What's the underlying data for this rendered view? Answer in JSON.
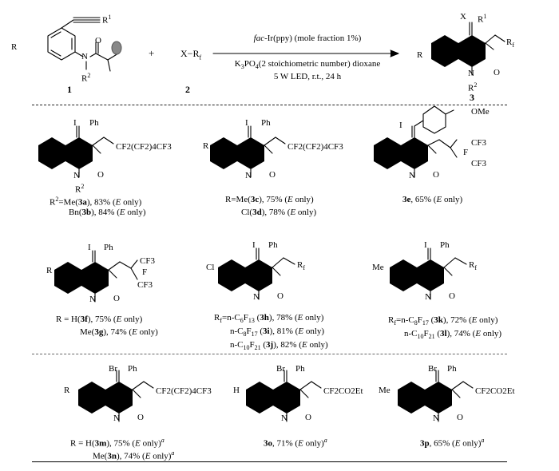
{
  "scheme": {
    "reactant1": {
      "id": "1",
      "substituent_R": "R",
      "substituent_R1": "R",
      "sup_R1": "1",
      "substituent_R2": "R",
      "sup_R2": "2",
      "atoms": {
        "N": "N",
        "O": "O"
      }
    },
    "plus": "+",
    "reactant2": {
      "id": "2",
      "formula_prefix": "X",
      "formula_dash": "−",
      "formula_R": "R",
      "formula_sub": "f"
    },
    "conditions": {
      "catalyst_italic": "fac",
      "catalyst_rest": "-Ir(ppy) (mole fraction 1%)",
      "base_main": "K",
      "base_sub1": "3",
      "base_mid": "PO",
      "base_sub2": "4",
      "base_rest": "(2 stoichiometric number) dioxane",
      "light": "5 W LED, r.t., 24 h"
    },
    "product": {
      "id": "3",
      "substituent_X": "X",
      "substituent_R1": "R",
      "sup_R1": "1",
      "substituent_Rf": "R",
      "sub_Rf": "f",
      "substituent_R": "R",
      "substituent_R2": "R",
      "sup_R2": "2",
      "atoms": {
        "N": "N",
        "O": "O"
      }
    }
  },
  "compounds": [
    {
      "key": "3a3b",
      "labels": {
        "I": "I",
        "Ph": "Ph",
        "chain": "CF2(CF2)4CF3",
        "N": "N",
        "O": "O",
        "R2": "R"
      },
      "caption": [
        {
          "pre": "R",
          "sup": "2",
          "mid": "=Me(",
          "id": "3a",
          "yield": "), 83% (",
          "e": "E",
          "tail": " only)"
        },
        {
          "pre": "Bn(",
          "id": "3b",
          "yield": "), 84% (",
          "e": "E",
          "tail": " only)"
        }
      ]
    },
    {
      "key": "3c3d",
      "labels": {
        "I": "I",
        "Ph": "Ph",
        "R": "R",
        "chain": "CF2(CF2)4CF3",
        "N": "N",
        "O": "O"
      },
      "caption": [
        {
          "pre": "R=Me(",
          "id": "3c",
          "yield": "), 75% (",
          "e": "E",
          "tail": " only)"
        },
        {
          "pre": "Cl(",
          "id": "3d",
          "yield": "), 78% (",
          "e": "E",
          "tail": " only)"
        }
      ]
    },
    {
      "key": "3e",
      "labels": {
        "I": "I",
        "OMe": "OMe",
        "CF3a": "CF3",
        "F": "F",
        "CF3b": "CF3",
        "N": "N",
        "O": "O"
      },
      "caption": [
        {
          "id": "3e",
          "yield": ", 65% (",
          "e": "E",
          "tail": " only)"
        }
      ]
    },
    {
      "key": "3f3g",
      "labels": {
        "I": "I",
        "Ph": "Ph",
        "R": "R",
        "CF3a": "CF3",
        "F": "F",
        "CF3b": "CF3",
        "N": "N",
        "O": "O"
      },
      "caption": [
        {
          "pre": "R = H(",
          "id": "3f",
          "yield": "), 75% (",
          "e": "E",
          "tail": " only)"
        },
        {
          "pre": "Me(",
          "id": "3g",
          "yield": "), 74% (",
          "e": "E",
          "tail": " only)"
        }
      ]
    },
    {
      "key": "3h3j",
      "labels": {
        "I": "I",
        "Ph": "Ph",
        "Cl": "Cl",
        "Rf": "R",
        "N": "N",
        "O": "O"
      },
      "caption": [
        {
          "pre": "R",
          "presub": "f",
          "mid": "=n-C",
          "s1": "6",
          "mid2": "F",
          "s2": "13",
          "paren": " (",
          "id": "3h",
          "yield": "), 78% (",
          "e": "E",
          "tail": " only)"
        },
        {
          "pre": "n-C",
          "s1": "8",
          "mid2": "F",
          "s2": "17",
          "paren": " (",
          "id": "3i",
          "yield": "), 81% (",
          "e": "E",
          "tail": " only)"
        },
        {
          "pre": "n-C",
          "s1": "10",
          "mid2": "F",
          "s2": "21",
          "paren": " (",
          "id": "3j",
          "yield": "), 82% (",
          "e": "E",
          "tail": " only)"
        }
      ]
    },
    {
      "key": "3k3l",
      "labels": {
        "I": "I",
        "Ph": "Ph",
        "Me": "Me",
        "Rf": "R",
        "N": "N",
        "O": "O"
      },
      "caption": [
        {
          "pre": "R",
          "presub": "f",
          "mid": "=n-C",
          "s1": "8",
          "mid2": "F",
          "s2": "17",
          "paren": " (",
          "id": "3k",
          "yield": "), 72% (",
          "e": "E",
          "tail": " only)"
        },
        {
          "pre": "n-C",
          "s1": "10",
          "mid2": "F",
          "s2": "21",
          "paren": " (",
          "id": "3l",
          "yield": "), 74% (",
          "e": "E",
          "tail": " only)"
        }
      ]
    },
    {
      "key": "3m3n",
      "labels": {
        "Br": "Br",
        "Ph": "Ph",
        "R": "R",
        "chain": "CF2(CF2)4CF3",
        "N": "N",
        "O": "O"
      },
      "caption": [
        {
          "pre": "R = H(",
          "id": "3m",
          "yield": "), 75% (",
          "e": "E",
          "tail": " only)",
          "note": "a"
        },
        {
          "pre": "Me(",
          "id": "3n",
          "yield": "), 74% (",
          "e": "E",
          "tail": " only)",
          "note": "a"
        }
      ]
    },
    {
      "key": "3o",
      "labels": {
        "Br": "Br",
        "Ph": "Ph",
        "H": "H",
        "chain": "CF2CO2Et",
        "N": "N",
        "O": "O"
      },
      "caption": [
        {
          "id": "3o",
          "yield": ", 71% (",
          "e": "E",
          "tail": " only)",
          "note": "a"
        }
      ]
    },
    {
      "key": "3p",
      "labels": {
        "Br": "Br",
        "Ph": "Ph",
        "Me": "Me",
        "chain": "CF2CO2Et",
        "N": "N",
        "O": "O"
      },
      "caption": [
        {
          "id": "3p",
          "yield": ", 65% (",
          "e": "E",
          "tail": " only)",
          "note": "a"
        }
      ]
    }
  ]
}
